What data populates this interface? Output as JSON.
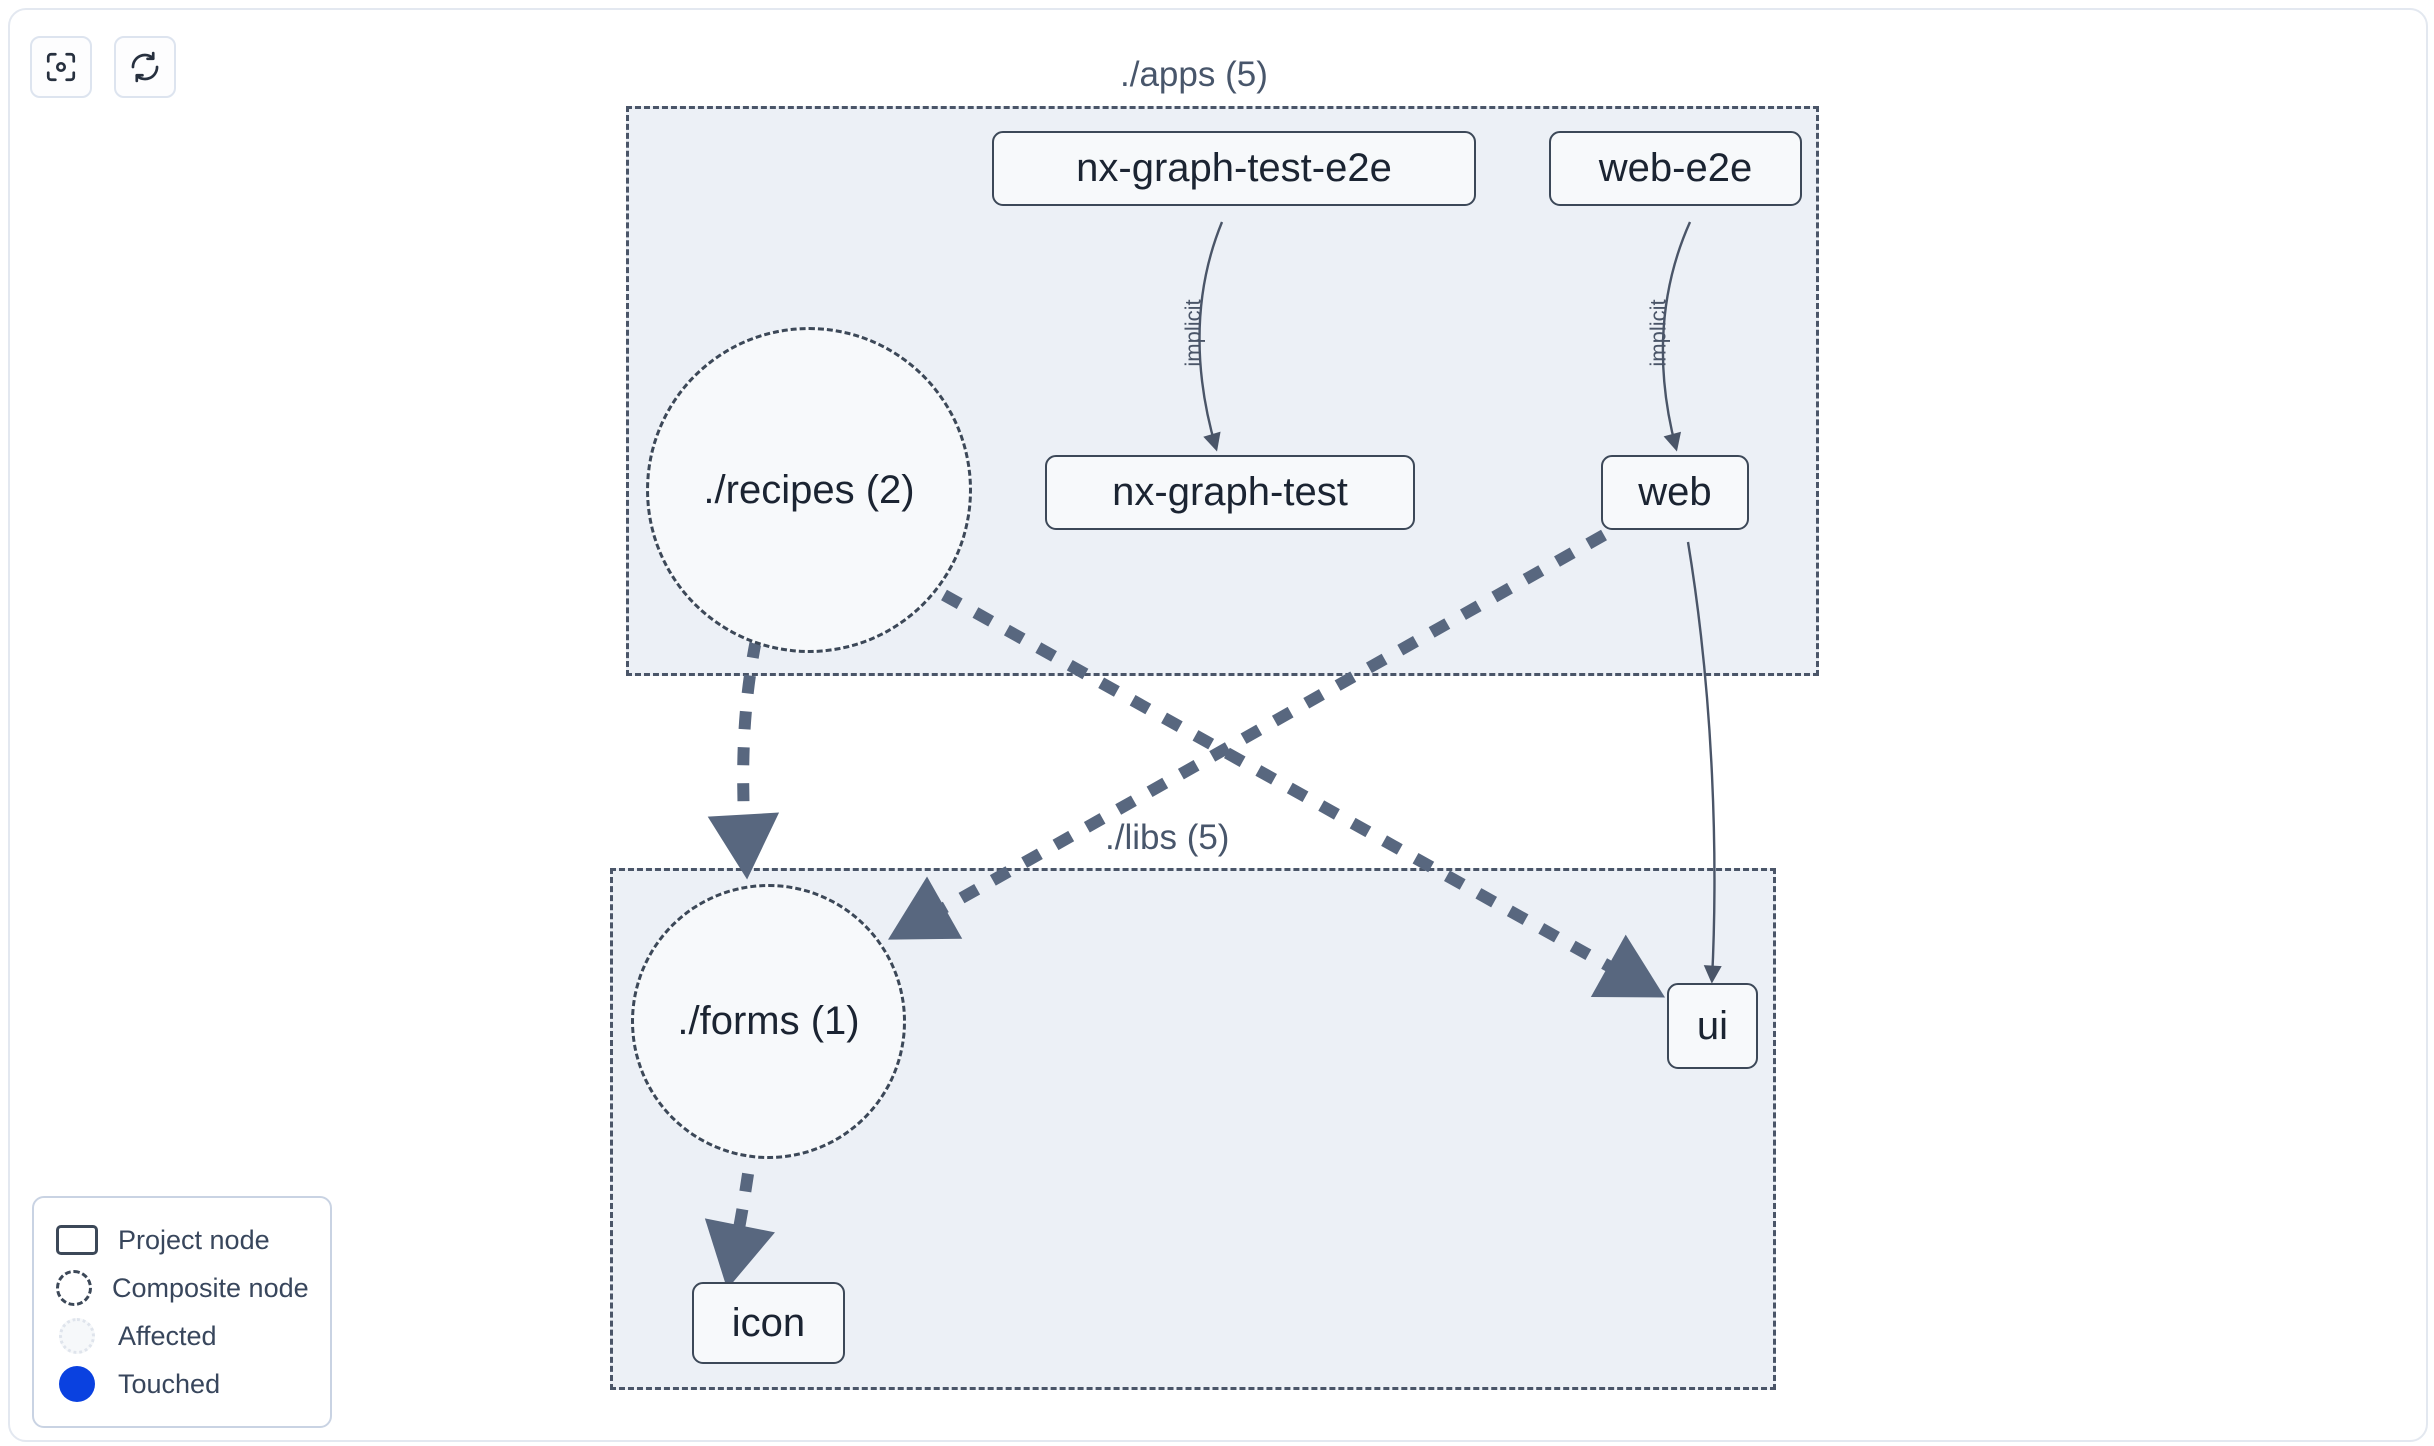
{
  "toolbar": {
    "buttons": [
      {
        "name": "focus-graph-button",
        "icon": "focus-target-icon",
        "label": ""
      },
      {
        "name": "refresh-graph-button",
        "icon": "refresh-icon",
        "label": ""
      }
    ]
  },
  "graph": {
    "groups": [
      {
        "id": "apps",
        "label": "./apps (5)"
      },
      {
        "id": "libs",
        "label": "./libs (5)"
      }
    ],
    "nodes": [
      {
        "id": "nx-graph-test-e2e",
        "label": "nx-graph-test-e2e",
        "type": "project",
        "group": "apps"
      },
      {
        "id": "web-e2e",
        "label": "web-e2e",
        "type": "project",
        "group": "apps"
      },
      {
        "id": "recipes",
        "label": "./recipes (2)",
        "type": "composite",
        "group": "apps"
      },
      {
        "id": "nx-graph-test",
        "label": "nx-graph-test",
        "type": "project",
        "group": "apps"
      },
      {
        "id": "web",
        "label": "web",
        "type": "project",
        "group": "apps"
      },
      {
        "id": "forms",
        "label": "./forms (1)",
        "type": "composite",
        "group": "libs"
      },
      {
        "id": "ui",
        "label": "ui",
        "type": "project",
        "group": "libs"
      },
      {
        "id": "icon",
        "label": "icon",
        "type": "project",
        "group": "libs"
      }
    ],
    "edges": [
      {
        "from": "nx-graph-test-e2e",
        "to": "nx-graph-test",
        "label": "implicit",
        "style": "solid"
      },
      {
        "from": "web-e2e",
        "to": "web",
        "label": "implicit",
        "style": "solid"
      },
      {
        "from": "recipes",
        "to": "forms",
        "label": "",
        "style": "dashed"
      },
      {
        "from": "recipes",
        "to": "ui",
        "label": "",
        "style": "dashed"
      },
      {
        "from": "web",
        "to": "forms",
        "label": "",
        "style": "dashed"
      },
      {
        "from": "web",
        "to": "ui",
        "label": "",
        "style": "solid"
      },
      {
        "from": "forms",
        "to": "icon",
        "label": "",
        "style": "dashed"
      }
    ]
  },
  "legend": {
    "items": [
      {
        "swatch": "project-node-swatch",
        "label": "Project node"
      },
      {
        "swatch": "composite-node-swatch",
        "label": "Composite node"
      },
      {
        "swatch": "affected-swatch",
        "label": "Affected"
      },
      {
        "swatch": "touched-swatch",
        "label": "Touched"
      }
    ]
  },
  "colors": {
    "edge": "#4a5568",
    "group_fill": "#ecf0f6",
    "node_fill": "#f7f9fb",
    "node_border": "#3c4858",
    "touched": "#0a41e0",
    "panel_border": "#e3e8f0"
  }
}
